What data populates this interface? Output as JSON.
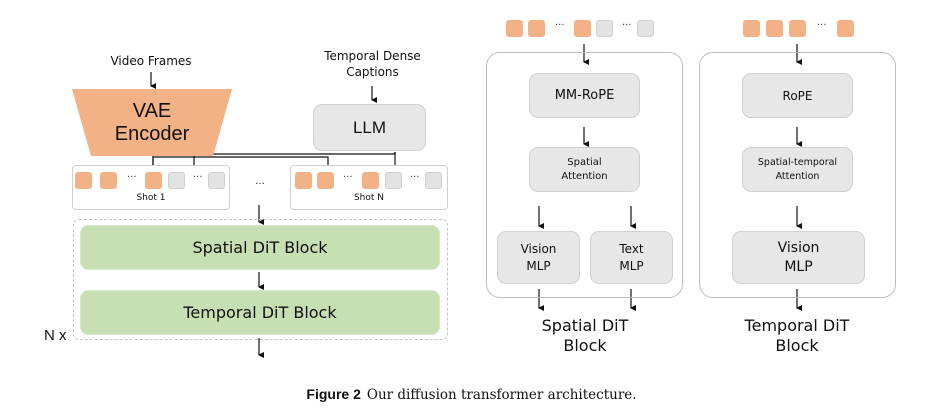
{
  "left_panel": {
    "video_frames_label": "Video Frames",
    "vae_encoder_label_line1": "VAE",
    "vae_encoder_label_line2": "Encoder",
    "captions_label_line1": "Temporal Dense",
    "captions_label_line2": "Captions",
    "llm_label": "LLM",
    "shots": [
      {
        "label": "Shot 1",
        "tokens": [
          "vision",
          "vision",
          "ellipsis",
          "vision",
          "text",
          "ellipsis",
          "text"
        ]
      },
      {
        "label": "Shot N",
        "tokens": [
          "vision",
          "vision",
          "ellipsis",
          "vision",
          "text",
          "ellipsis",
          "text"
        ]
      }
    ],
    "between_shots_ellipsis": "...",
    "spatial_block_label": "Spatial DiT Block",
    "temporal_block_label": "Temporal DiT Block",
    "repeat_label": "N x"
  },
  "spatial_panel": {
    "input_tokens": [
      "vision",
      "vision",
      "ellipsis",
      "vision",
      "text",
      "ellipsis",
      "text"
    ],
    "rope_label": "MM-RoPE",
    "attention_label_line1": "Spatial",
    "attention_label_line2": "Attention",
    "vision_mlp_line1": "Vision",
    "vision_mlp_line2": "MLP",
    "text_mlp_line1": "Text",
    "text_mlp_line2": "MLP",
    "title_line1": "Spatial DiT",
    "title_line2": "Block"
  },
  "temporal_panel": {
    "input_tokens": [
      "vision",
      "vision",
      "vision",
      "ellipsis",
      "vision"
    ],
    "rope_label": "RoPE",
    "attention_label_line1": "Spatial-temporal",
    "attention_label_line2": "Attention",
    "vision_mlp_line1": "Vision",
    "vision_mlp_line2": "MLP",
    "title_line1": "Temporal DiT",
    "title_line2": "Block"
  },
  "caption": {
    "figure_label": "Figure 2",
    "text": "Our diffusion transformer architecture."
  },
  "colors": {
    "vision_token": "#f2b285",
    "text_token": "#e3e3e3",
    "dit_block": "#c6e0b4",
    "module_box": "#e7e7e7",
    "vae_encoder": "#f2b285"
  }
}
